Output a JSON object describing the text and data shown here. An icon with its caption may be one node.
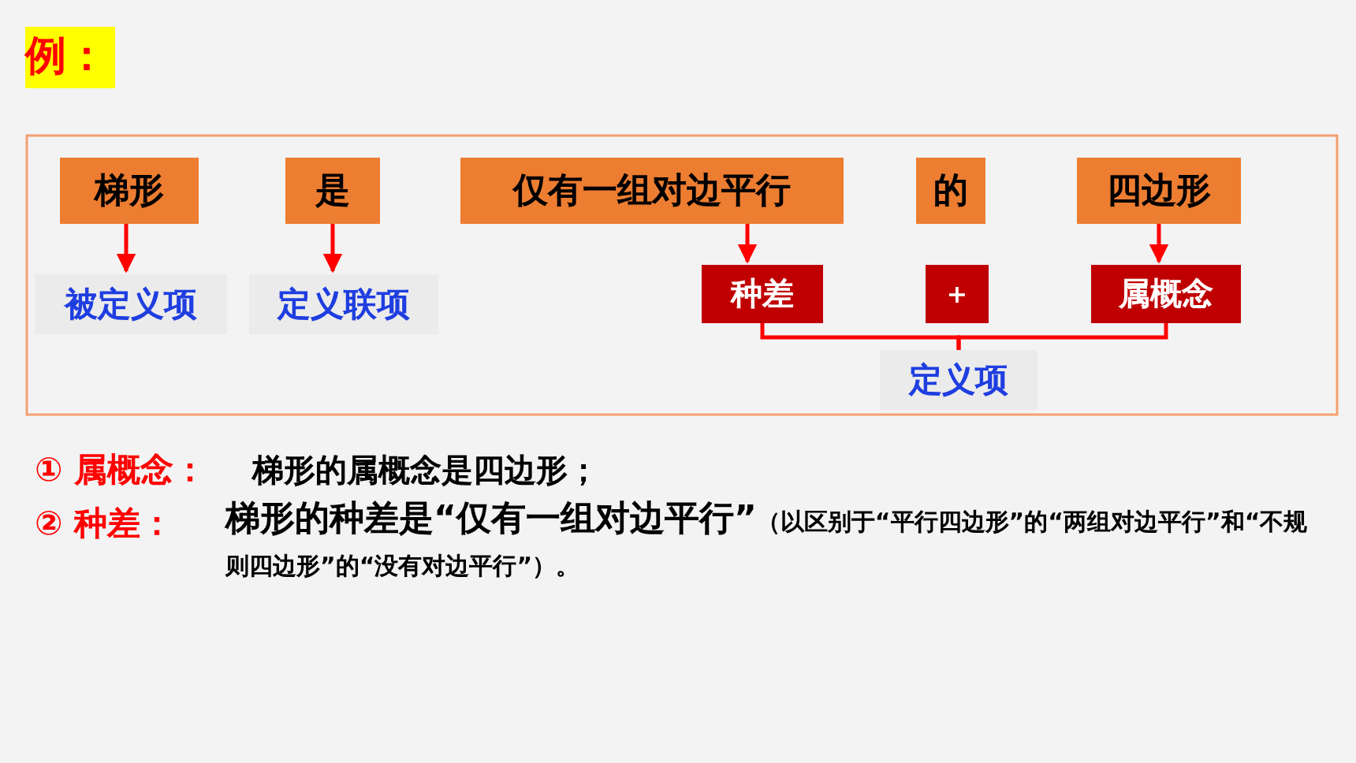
{
  "diagram": {
    "title": "例：",
    "nodes": [
      {
        "text": [
          "梯形"
        ]
      },
      {
        "text": [
          "是"
        ]
      },
      {
        "text": [
          "仅有一组对边平行"
        ]
      },
      {
        "text": [
          "的"
        ]
      },
      {
        "text": [
          "四边形"
        ]
      },
      {
        "text": [
          "被定义项"
        ]
      },
      {
        "text": [
          "定义联项"
        ]
      },
      {
        "text": [
          "种差"
        ]
      },
      {
        "text": [
          "+"
        ]
      },
      {
        "text": [
          "属概念"
        ]
      },
      {
        "text": [
          "定义项"
        ]
      }
    ],
    "edges": [
      {
        "from": 0,
        "to": 5,
        "arrow": "to"
      },
      {
        "from": 1,
        "to": 6,
        "arrow": "to"
      },
      {
        "from": 2,
        "to": 7,
        "arrow": "to"
      },
      {
        "from": 4,
        "to": 9,
        "arrow": "to"
      },
      {
        "from": 7,
        "to": 10,
        "arrow": "none"
      },
      {
        "from": 9,
        "to": 10,
        "arrow": "none"
      }
    ],
    "labels": [
      "① 属概念：",
      "梯形的属概念是四边形；",
      "② 种差：",
      "梯形的种差是“仅有一组对边平行”",
      "（以区别于“平行四边形”的“两组对边平行”和“不规则四边形”的“没有对边平行”）。"
    ]
  }
}
